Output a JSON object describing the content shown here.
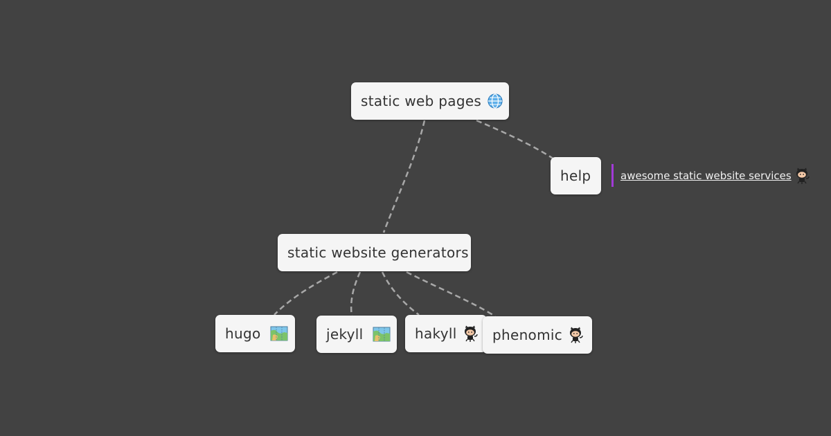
{
  "mindmap": {
    "root": {
      "label": "static web pages",
      "icon": "globe-icon"
    },
    "generators": {
      "label": "static website generators",
      "children": [
        {
          "label": "hugo",
          "icon": "map-icon"
        },
        {
          "label": "jekyll",
          "icon": "map-icon"
        },
        {
          "label": "hakyll",
          "icon": "github-octocat-icon"
        },
        {
          "label": "phenomic",
          "icon": "github-octocat-icon"
        }
      ]
    },
    "help": {
      "label": "help",
      "note": {
        "link_text": "awesome static website services",
        "icon": "github-octocat-icon",
        "accent": "#a23ad8"
      }
    }
  },
  "colors": {
    "background": "#424242",
    "node": "#f5f5f5",
    "node_text": "#333333",
    "connector": "#a8a8a8"
  }
}
